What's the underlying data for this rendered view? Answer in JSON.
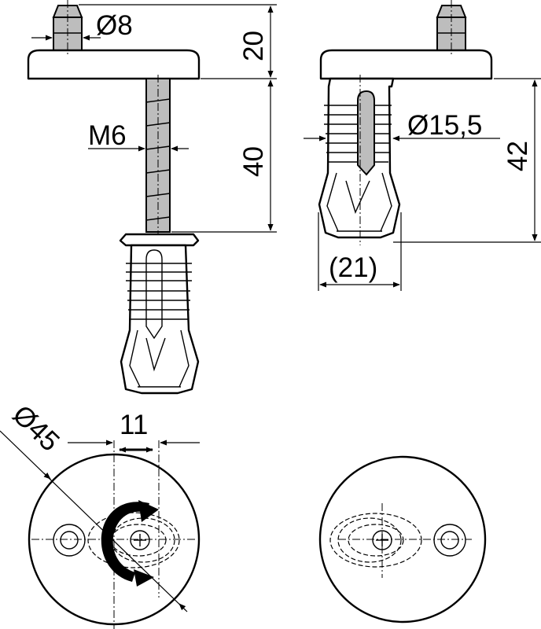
{
  "dimensions": {
    "stud_diameter": "Ø8",
    "cap_height": "20",
    "thread": "M6",
    "bolt_length": "40",
    "anchor_diameter": "Ø15,5",
    "assembly_height": "42",
    "anchor_width": "(21)",
    "cap_diameter": "Ø45",
    "adjustment_range": "11"
  },
  "colors": {
    "line": "#000000",
    "metal": "#bdbdbd",
    "background": "#ffffff"
  },
  "icons": {
    "rotation": "rotation-arrow-icon",
    "screw_head": "phillips-screw-icon"
  }
}
